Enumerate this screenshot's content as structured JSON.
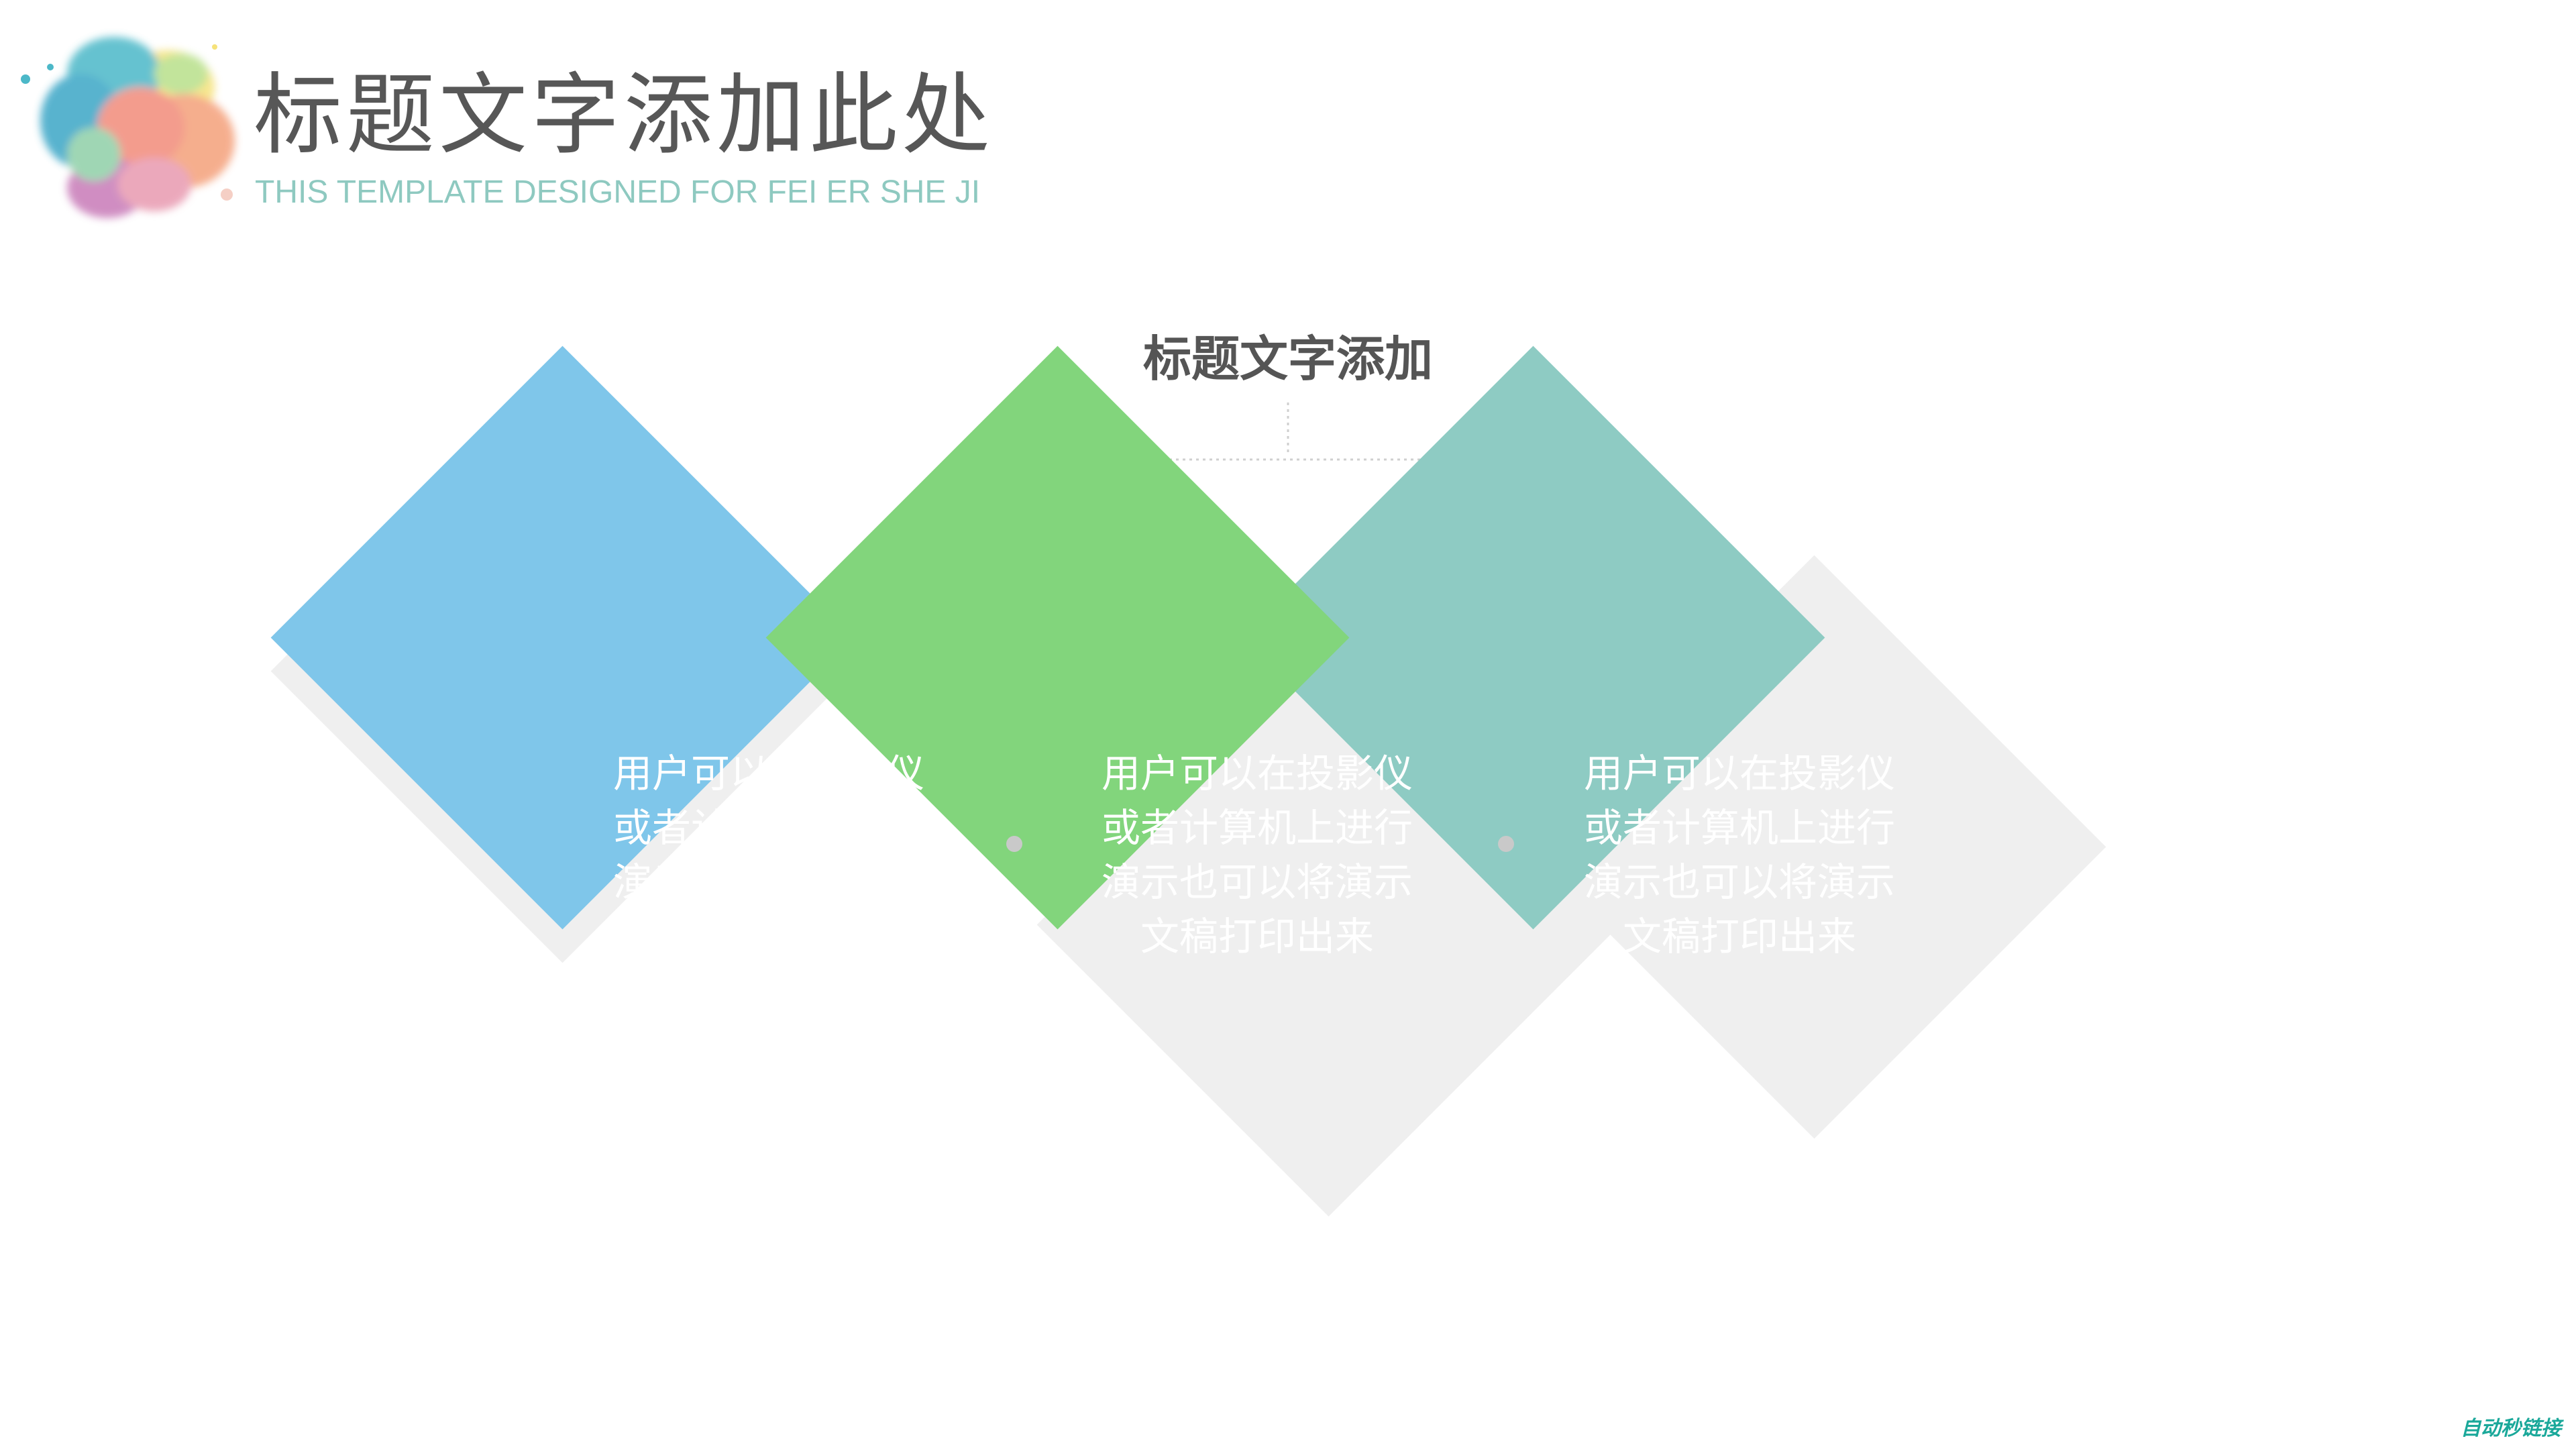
{
  "header": {
    "title": "标题文字添加此处",
    "subtitle": "THIS TEMPLATE DESIGNED FOR FEI ER SHE JI"
  },
  "section": {
    "heading": "标题文字添加"
  },
  "cards": [
    {
      "text": "用户可以在投影仪\n或者计算机上进行\n演示也可以将演示\n文稿打印出来",
      "color": "#7fc6ea"
    },
    {
      "text": "用户可以在投影仪\n或者计算机上进行\n演示也可以将演示\n文稿打印出来",
      "color": "#82d57c"
    },
    {
      "text": "用户可以在投影仪\n或者计算机上进行\n演示也可以将演示\n文稿打印出来",
      "color": "#8ecbc3"
    }
  ],
  "colors": {
    "title": "#575757",
    "subtitle": "#8ec9c0",
    "shadow": "#efefef"
  },
  "watermark": "自动秒链接"
}
